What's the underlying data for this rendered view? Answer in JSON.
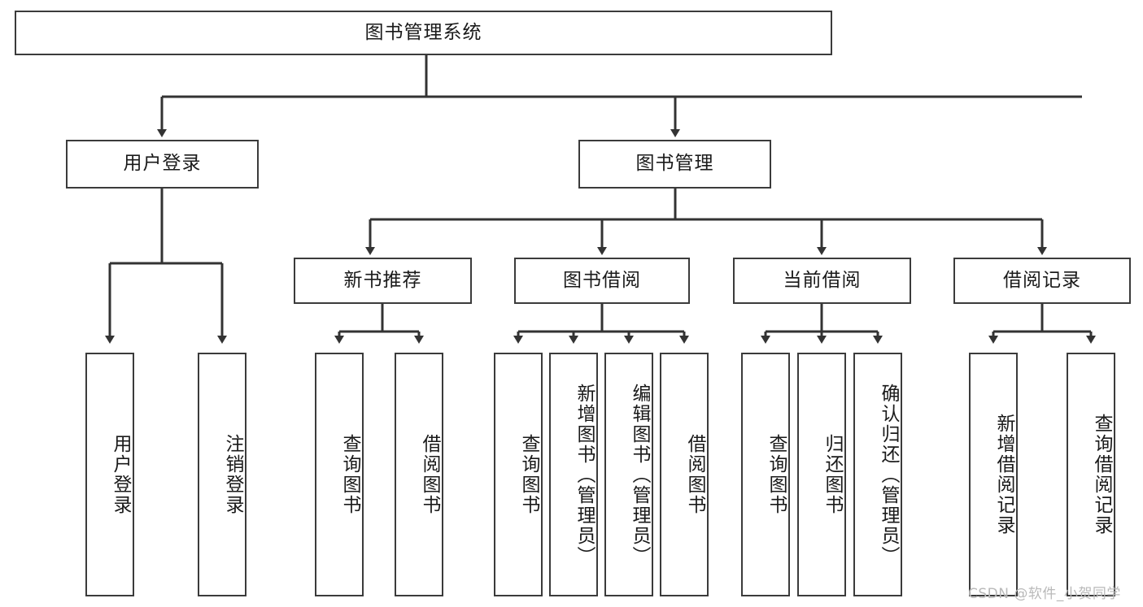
{
  "diagram": {
    "title": "图书管理系统",
    "type": "tree-hierarchy-chart",
    "root": {
      "label": "图书管理系统",
      "orientation": "horizontal"
    },
    "level2": [
      {
        "label": "用户登录",
        "orientation": "horizontal"
      },
      {
        "label": "图书管理",
        "orientation": "horizontal"
      }
    ],
    "level3": [
      {
        "label": "新书推荐",
        "orientation": "horizontal",
        "parent": "图书管理"
      },
      {
        "label": "图书借阅",
        "orientation": "horizontal",
        "parent": "图书管理"
      },
      {
        "label": "当前借阅",
        "orientation": "horizontal",
        "parent": "图书管理"
      },
      {
        "label": "借阅记录",
        "orientation": "horizontal",
        "parent": "图书管理"
      }
    ],
    "leaves": [
      {
        "label": "用户登录",
        "parent": "用户登录",
        "orientation": "vertical"
      },
      {
        "label": "注销登录",
        "parent": "用户登录",
        "orientation": "vertical"
      },
      {
        "label": "查询图书",
        "parent": "新书推荐",
        "orientation": "vertical"
      },
      {
        "label": "借阅图书",
        "parent": "新书推荐",
        "orientation": "vertical"
      },
      {
        "label": "查询图书",
        "parent": "图书借阅",
        "orientation": "vertical"
      },
      {
        "label": "新增图书（管理员）",
        "parent": "图书借阅",
        "orientation": "vertical"
      },
      {
        "label": "编辑图书（管理员）",
        "parent": "图书借阅",
        "orientation": "vertical"
      },
      {
        "label": "借阅图书",
        "parent": "图书借阅",
        "orientation": "vertical"
      },
      {
        "label": "查询图书",
        "parent": "当前借阅",
        "orientation": "vertical"
      },
      {
        "label": "归还图书",
        "parent": "当前借阅",
        "orientation": "vertical"
      },
      {
        "label": "确认归还（管理员）",
        "parent": "当前借阅",
        "orientation": "vertical"
      },
      {
        "label": "新增借阅记录",
        "parent": "借阅记录",
        "orientation": "vertical"
      },
      {
        "label": "查询借阅记录",
        "parent": "借阅记录",
        "orientation": "vertical"
      }
    ]
  },
  "watermark": {
    "text": "CSDN @软件_小贺同学"
  },
  "colors": {
    "box_border": "#3b3b3b",
    "connector": "#333333",
    "background": "#ffffff",
    "text": "#1a1a1a",
    "watermark": "#b9b9b9"
  }
}
